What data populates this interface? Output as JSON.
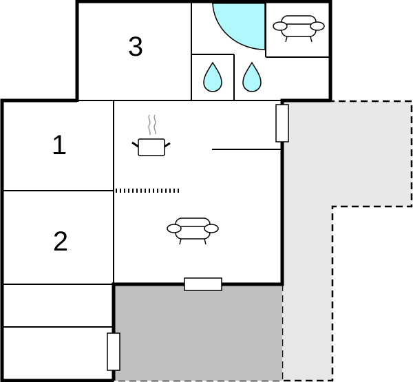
{
  "diagram": {
    "type": "floor-plan",
    "colors": {
      "wall": "#000000",
      "water": "#b0f8fc",
      "terrace_covered": "#c0c0c0",
      "terrace_open": "#e8e8e8",
      "background": "#ffffff"
    },
    "rooms": [
      {
        "id": "bedroom-3",
        "label": "3"
      },
      {
        "id": "bedroom-1",
        "label": "1"
      },
      {
        "id": "bedroom-2",
        "label": "2"
      },
      {
        "id": "kitchen-living",
        "label": ""
      },
      {
        "id": "bathroom-shower",
        "label": ""
      },
      {
        "id": "bathroom-toilet",
        "label": ""
      },
      {
        "id": "sitting-nook",
        "label": ""
      },
      {
        "id": "storage-upper",
        "label": ""
      },
      {
        "id": "storage-lower",
        "label": ""
      },
      {
        "id": "covered-terrace",
        "label": ""
      },
      {
        "id": "open-terrace",
        "label": ""
      }
    ],
    "icons": [
      {
        "name": "armchair-icon",
        "room": "sitting-nook"
      },
      {
        "name": "armchair-icon",
        "room": "kitchen-living"
      },
      {
        "name": "cooking-pot-icon",
        "room": "kitchen-living"
      },
      {
        "name": "water-drop-icon",
        "room": "bathroom-toilet"
      },
      {
        "name": "water-drop-icon",
        "room": "bathroom-shower"
      },
      {
        "name": "shower-quarter-circle",
        "room": "bathroom-shower"
      }
    ]
  }
}
